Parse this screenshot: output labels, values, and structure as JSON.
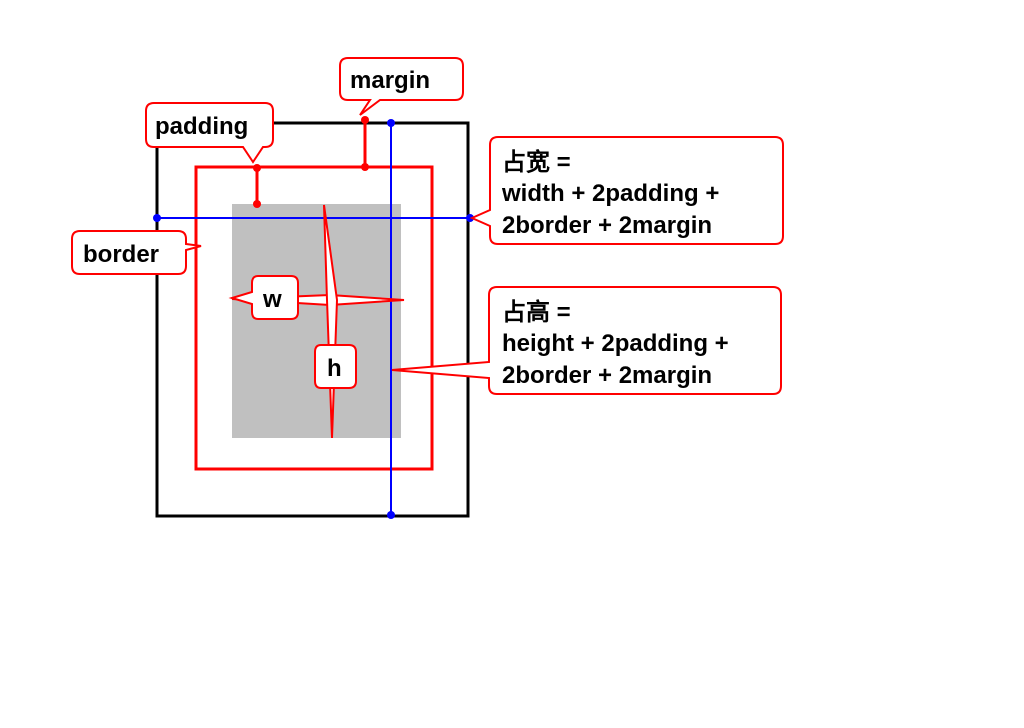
{
  "labels": {
    "margin": "margin",
    "padding": "padding",
    "border": "border",
    "width": "w",
    "height": "h"
  },
  "formulas": {
    "occupied_width": {
      "line1": "占宽 =",
      "line2": "width + 2padding +",
      "line3": "2border + 2margin"
    },
    "occupied_height": {
      "line1": "占高 =",
      "line2": "height + 2padding +",
      "line3": "2border + 2margin"
    }
  },
  "colors": {
    "margin_box": "#000000",
    "border_box": "#ff0000",
    "content_box": "#c0c0c0",
    "measure_lines": "#0000ff",
    "callout_outline": "#ff0000",
    "callout_fill": "#ffffff"
  }
}
